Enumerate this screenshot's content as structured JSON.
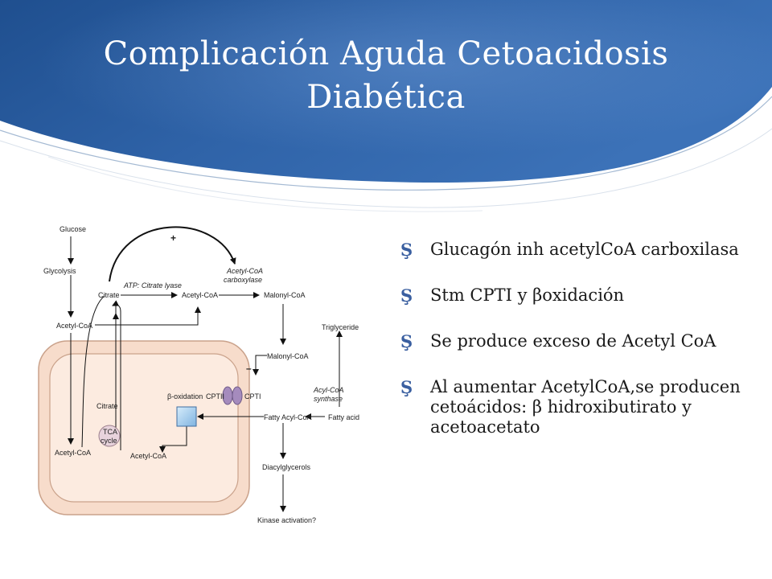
{
  "slide": {
    "title_line1": "Complicación Aguda Cetoacidosis",
    "title_line2": "Diabética",
    "accent_color": "#2c5da0"
  },
  "diagram": {
    "glucose": "Glucose",
    "glycolysis": "Glycolysis",
    "acetylcoa_top": "Acetyl-CoA",
    "citrate_top": "Citrate",
    "atp_citrate_lyase": "ATP: Citrate lyase",
    "acetylcoa_mid": "Acetyl-CoA",
    "malonylcoa_top": "Malonyl-CoA",
    "plus_sign": "+",
    "acc_line1": "Acetyl-CoA",
    "acc_line2": "carboxylase",
    "triglyceride": "Triglyceride",
    "malonylcoa_mito": "Malonyl-CoA",
    "minus_sign": "–",
    "beta_oxidation": "β-oxidation",
    "cptii": "CPTII",
    "cpti": "CPTI",
    "acs_line1": "Acyl-CoA",
    "acs_line2": "synthase",
    "citrate_mito": "Citrate",
    "tca_line1": "TCA",
    "tca_line2": "cycle",
    "fatty_acyl_coa": "Fatty Acyl-CoA",
    "fatty_acid": "Fatty acid",
    "acetylcoa_bottom_left": "Acetyl-CoA",
    "acetylcoa_bottom_right": "Acetyl-CoA",
    "diacylglycerols": "Diacylglycerols",
    "kinase_activation": "Kinase activation?"
  },
  "bullets": [
    {
      "icon": "bullet-s-icon",
      "text": "Glucagón inh acetylCoA carboxilasa"
    },
    {
      "icon": "bullet-s-icon",
      "text": "Stm CPTI y βoxidación"
    },
    {
      "icon": "bullet-s-icon",
      "text": "Se produce exceso de Acetyl CoA"
    },
    {
      "icon": "bullet-s-icon",
      "text": "Al aumentar AcetylCoA,se producen cetoácidos: β hidroxibutirato y acetoacetato"
    }
  ]
}
